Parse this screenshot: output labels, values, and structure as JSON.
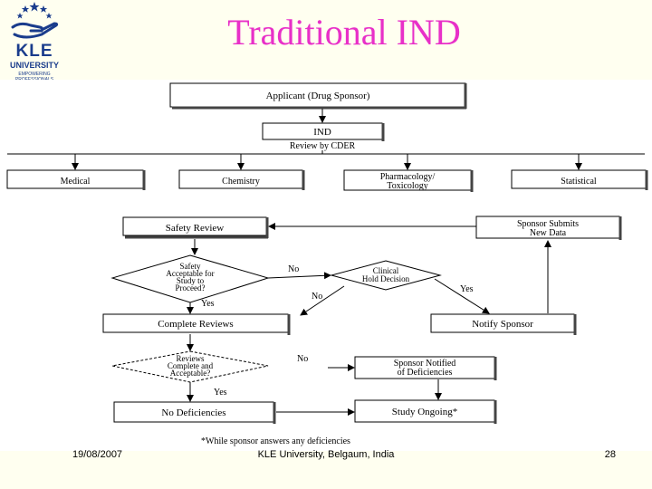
{
  "header": {
    "title": "Traditional IND",
    "logo": {
      "line1": "KLE",
      "line2": "UNIVERSITY",
      "tagline": "EMPOWERING PROFESSIONALS"
    }
  },
  "flowchart": {
    "applicant": "Applicant (Drug Sponsor)",
    "ind": "IND",
    "review_by": "Review by CDER",
    "medical": "Medical",
    "chemistry": "Chemistry",
    "pharmacology_1": "Pharmacology/",
    "pharmacology_2": "Toxicology",
    "statistical": "Statistical",
    "safety_review": "Safety Review",
    "sponsor_submits_1": "Sponsor Submits",
    "sponsor_submits_2": "New Data",
    "decision1_1": "Safety",
    "decision1_2": "Acceptable for",
    "decision1_3": "Study to",
    "decision1_4": "Proceed?",
    "no_1": "No",
    "clinical_hold_1": "Clinical",
    "clinical_hold_2": "Hold Decision",
    "no_2": "No",
    "yes_1": "Yes",
    "yes_2": "Yes",
    "complete_reviews": "Complete Reviews",
    "notify_sponsor": "Notify Sponsor",
    "decision2_1": "Reviews",
    "decision2_2": "Complete and",
    "decision2_3": "Acceptable?",
    "no_3": "No",
    "sponsor_notified_1": "Sponsor Notified",
    "sponsor_notified_2": "of Deficiencies",
    "yes_3": "Yes",
    "no_deficiencies": "No Deficiencies",
    "study_ongoing": "Study Ongoing*",
    "footnote": "*While sponsor answers any deficiencies"
  },
  "footer": {
    "date": "19/08/2007",
    "center": "KLE University, Belgaum, India",
    "page": "28"
  },
  "colors": {
    "title": "#e830c8",
    "logo": "#1a3c8c",
    "background": "#fffff0"
  }
}
